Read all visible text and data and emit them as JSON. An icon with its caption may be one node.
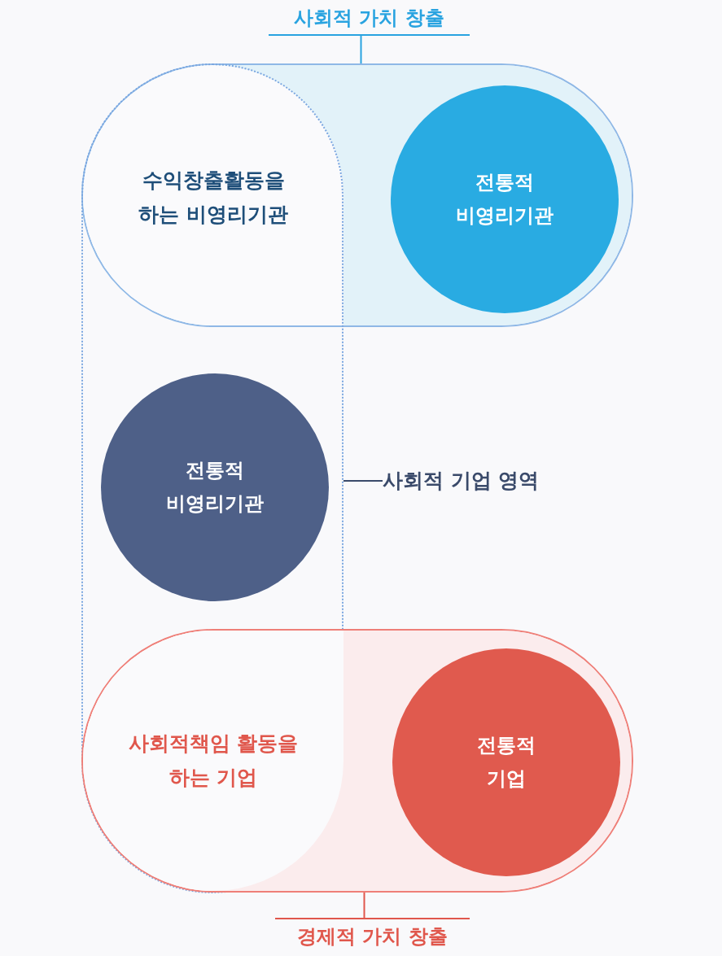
{
  "diagram": {
    "nodes": [
      {
        "text": [
          "사회적 가치 창출"
        ]
      },
      {
        "text": [],
        "shape": "pill"
      },
      {
        "text": [
          "수익창출활동을 하는 비영리기관"
        ]
      },
      {
        "text": [
          "전통적 비영리기관"
        ],
        "in": 1
      },
      {
        "text": [],
        "shape": "pill"
      },
      {
        "text": [
          "전통적 비영리기관"
        ],
        "in": 4
      },
      {
        "text": [
          "사회적 기업 영역"
        ]
      },
      {
        "text": [],
        "shape": "pill"
      },
      {
        "text": [
          "사회적책임 활동을 하는 기업"
        ]
      },
      {
        "text": [
          "전통적 기업"
        ],
        "in": 7
      },
      {
        "text": [
          "경제적 가치 창출"
        ]
      }
    ],
    "edges": [
      {
        "from": 0,
        "to": 1,
        "arrow": "none",
        "color": "#29a3e0"
      },
      {
        "from": 6,
        "to": 4,
        "arrow": "none",
        "color": "#3a4a6a"
      },
      {
        "from": 10,
        "to": 7,
        "arrow": "none",
        "color": "#e0574c"
      }
    ]
  }
}
